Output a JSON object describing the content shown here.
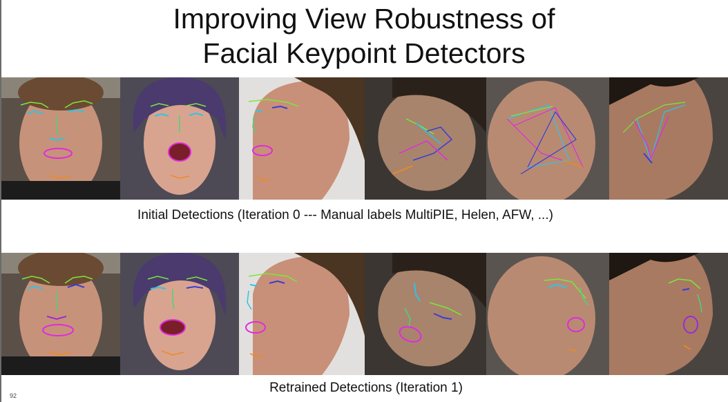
{
  "slide": {
    "title_line1": "Improving View Robustness of",
    "title_line2": "Facial Keypoint Detectors",
    "caption_initial": "Initial Detections (Iteration 0 --- Manual labels MultiPIE, Helen, AFW, ...)",
    "caption_retrained": "Retrained Detections (Iteration 1)",
    "page_number": "92"
  },
  "colors": {
    "brows": "#7be83a",
    "eyes": "#2ec4e6",
    "eyes_alt": "#3b3bd6",
    "nose": "#4fd17a",
    "mouth": "#e02adf",
    "mouth_alt": "#9b2ad6",
    "chin": "#f08a1a"
  }
}
